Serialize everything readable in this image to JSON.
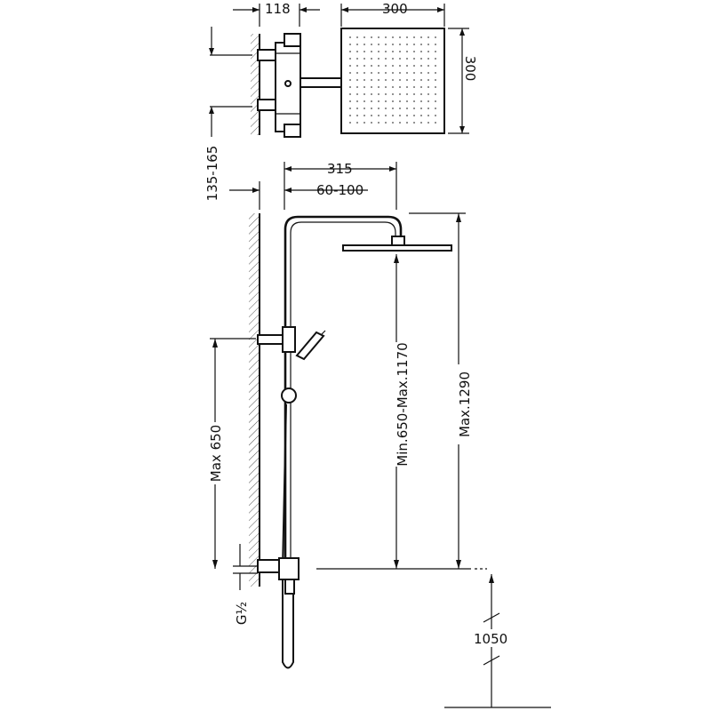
{
  "dimensions": {
    "top_width_left": "118",
    "top_width_head": "300",
    "head_height": "300",
    "valve_spacing": "135-165",
    "arm_length": "315",
    "arm_projection": "60-100",
    "height_range": "Min.650-Max.1170",
    "max_height": "Max.1290",
    "bar_height": "Max 650",
    "connection": "G½",
    "floor_height": "1050"
  }
}
